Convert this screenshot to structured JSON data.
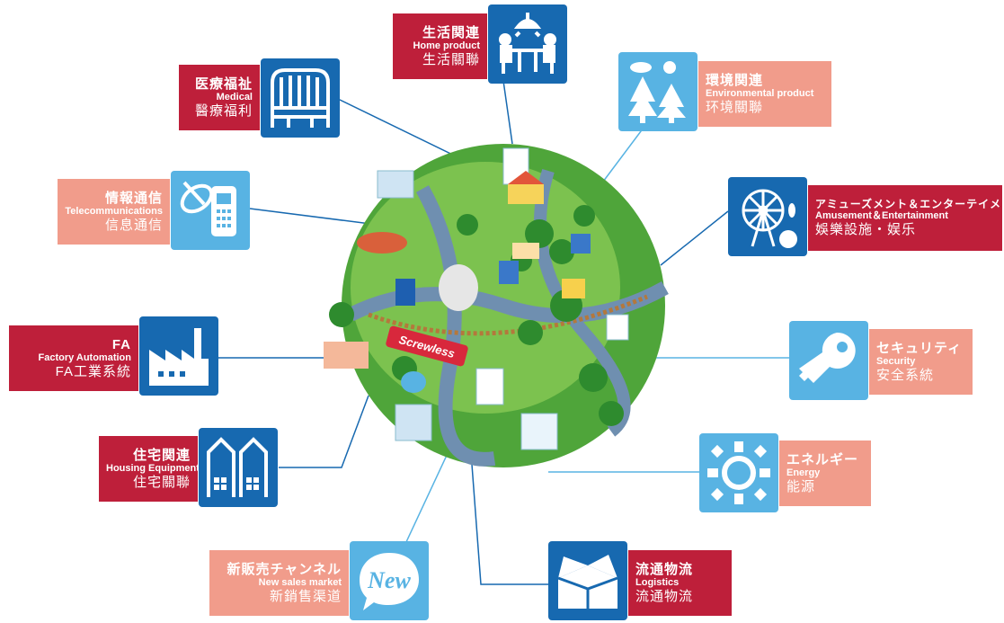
{
  "colors": {
    "dark_red": "#be1f3a",
    "salmon": "#f19c8b",
    "dark_blue": "#1769b0",
    "light_blue": "#58b3e3",
    "globe_green": "#4fa53a"
  },
  "globe": {
    "sign": "Screwless"
  },
  "categories": {
    "home": {
      "jp": "生活関連",
      "en": "Home product",
      "cn": "生活關聯",
      "icon": "table-lamp-icon"
    },
    "medical": {
      "jp": "医療福祉",
      "en": "Medical",
      "cn": "醫療福利",
      "icon": "hospital-bed-icon"
    },
    "environment": {
      "jp": "環境関連",
      "en": "Environmental product",
      "cn": "环境關聯",
      "icon": "trees-icon"
    },
    "telecom": {
      "jp": "情報通信",
      "en": "Telecommunications",
      "cn": "信息通信",
      "icon": "satellite-phone-icon"
    },
    "amusement": {
      "jp": "アミューズメント＆エンターテイメント",
      "en": "Amusement＆Entertainment",
      "cn": "娛樂設施・娱乐",
      "icon": "ferris-wheel-icon"
    },
    "fa": {
      "jp": "FA",
      "en": "Factory Automation",
      "cn": "FA工業系統",
      "icon": "factory-icon"
    },
    "security": {
      "jp": "セキュリティ",
      "en": "Security",
      "cn": "安全系統",
      "icon": "key-icon"
    },
    "housing": {
      "jp": "住宅関連",
      "en": "Housing Equipment",
      "cn": "住宅關聯",
      "icon": "houses-icon"
    },
    "energy": {
      "jp": "エネルギー",
      "en": "Energy",
      "cn": "能源",
      "icon": "sun-icon"
    },
    "sales": {
      "jp": "新販売チャンネル",
      "en": "New sales market",
      "cn": "新銷售渠道",
      "icon": "new-bubble-icon",
      "icon_text": "New"
    },
    "logistics": {
      "jp": "流通物流",
      "en": "Logistics",
      "cn": "流通物流",
      "icon": "box-icon"
    }
  }
}
